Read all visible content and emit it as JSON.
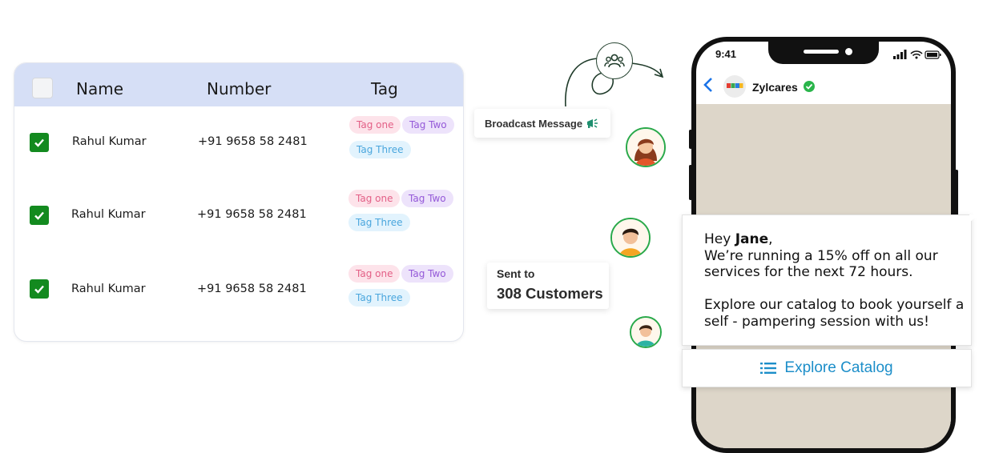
{
  "table": {
    "headers": {
      "name": "Name",
      "number": "Number",
      "tag": "Tag"
    },
    "rows": [
      {
        "name": "Rahul Kumar",
        "number": "+91 9658 58 2481",
        "checked": true,
        "tags": [
          "Tag one",
          "Tag Two",
          "Tag Three"
        ]
      },
      {
        "name": "Rahul Kumar",
        "number": "+91 9658 58 2481",
        "checked": true,
        "tags": [
          "Tag one",
          "Tag Two",
          "Tag Three"
        ]
      },
      {
        "name": "Rahul Kumar",
        "number": "+91 9658 58 2481",
        "checked": true,
        "tags": [
          "Tag one",
          "Tag Two",
          "Tag Three"
        ]
      }
    ]
  },
  "broadcast": {
    "label": "Broadcast Message",
    "icon": "megaphone-icon",
    "group_icon": "group-icon",
    "sent_to_label": "Sent to",
    "sent_count": "308 Customers"
  },
  "phone": {
    "time": "9:41",
    "business_name": "Zylcares",
    "verified_icon": "verified-badge-icon",
    "back_icon": "chevron-left-icon"
  },
  "message": {
    "greeting_prefix": "Hey ",
    "greeting_name": "Jane",
    "greeting_suffix": ",",
    "line_1": "We’re running a 15% off on all our services for the next 72 hours.",
    "line_2": "Explore our catalog to book yourself a self - pampering session with us!",
    "cta_label": "Explore Catalog",
    "cta_icon": "list-icon"
  },
  "colors": {
    "header_bg": "#d6dff6",
    "checkbox": "#138a1f",
    "avatar_ring": "#2aa94a",
    "cta_text": "#1c8ec9",
    "back_arrow": "#1a73e8"
  }
}
